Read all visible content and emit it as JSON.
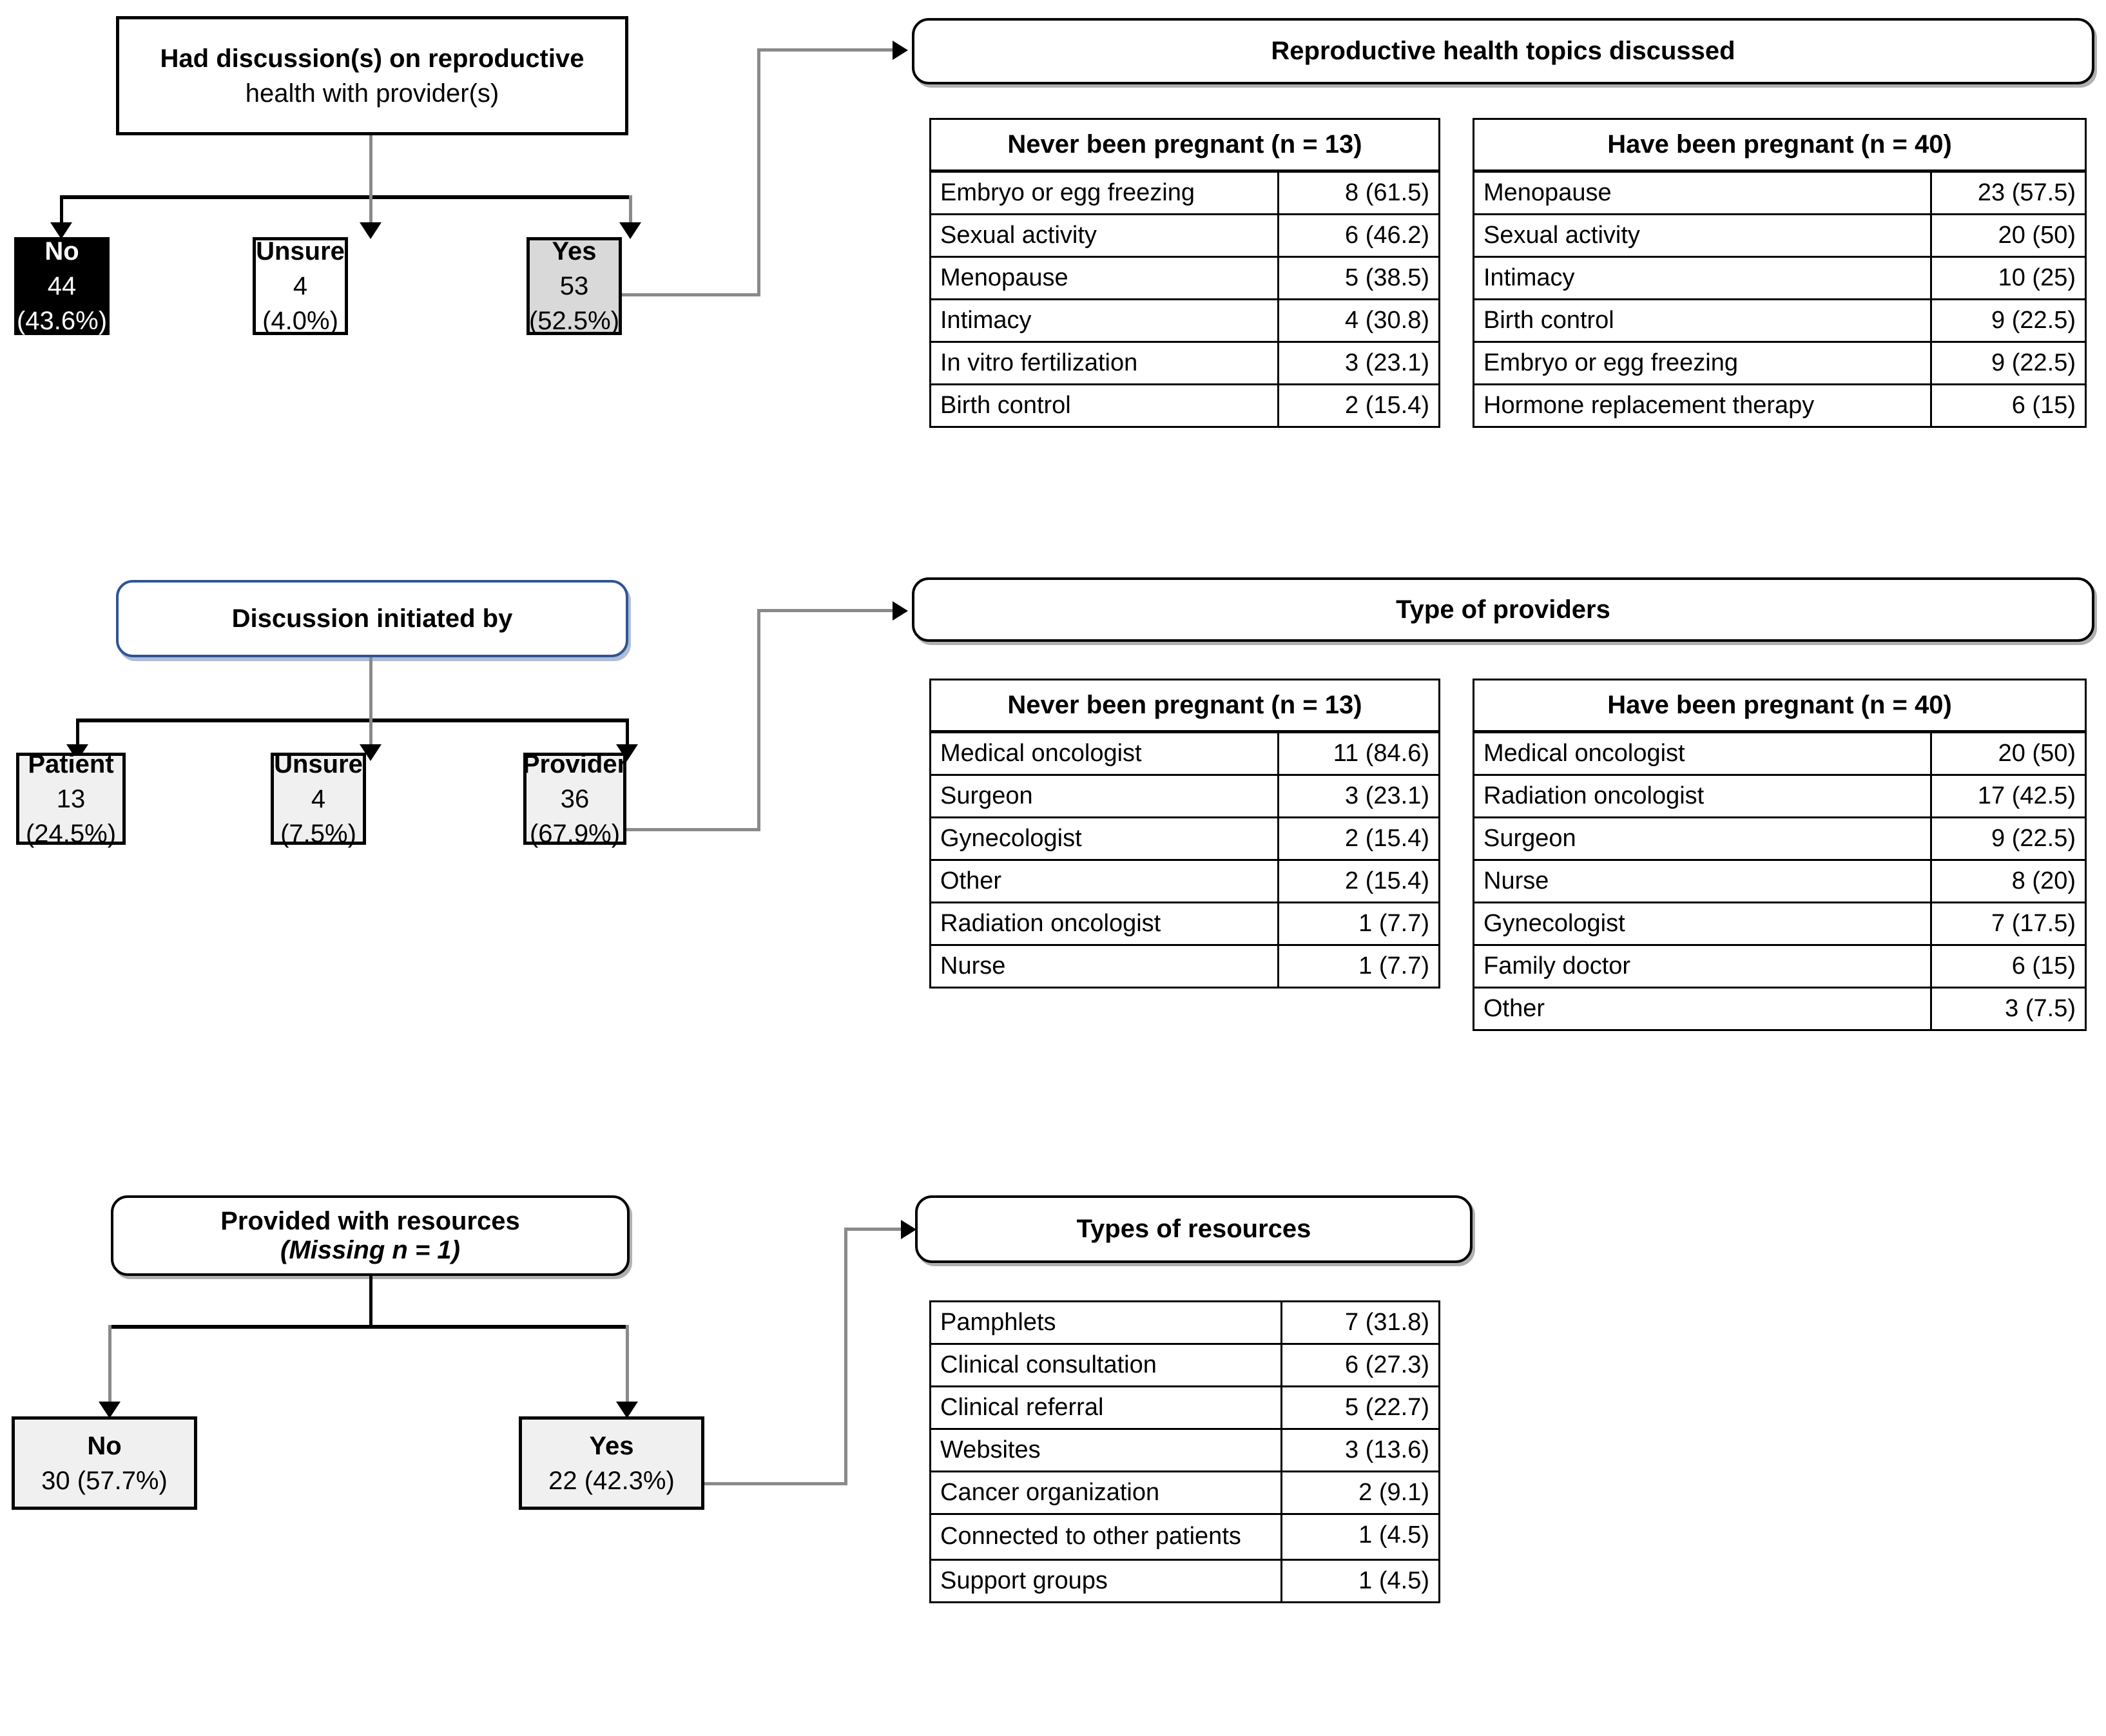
{
  "sections": [
    {
      "id": "reproductive-health-discussion",
      "root": {
        "line1": "Had discussion(s) on reproductive",
        "line2": "health with provider(s)"
      },
      "children": [
        {
          "label": "No",
          "value": "44 (43.6%)",
          "fill": "#000000"
        },
        {
          "label": "Unsure",
          "value": "4 (4.0%)",
          "fill": "#ffffff"
        },
        {
          "label": "Yes",
          "value": "53 (52.5%)",
          "fill": "#d9d9d9"
        }
      ],
      "banner": "Reproductive health topics discussed",
      "tables": [
        {
          "header": "Never been pregnant (n = 13)",
          "rows": [
            {
              "label": "Embryo or egg freezing",
              "value": "8 (61.5)"
            },
            {
              "label": "Sexual activity",
              "value": "6 (46.2)"
            },
            {
              "label": "Menopause",
              "value": "5 (38.5)"
            },
            {
              "label": "Intimacy",
              "value": "4 (30.8)"
            },
            {
              "label": "In vitro fertilization",
              "value": "3 (23.1)"
            },
            {
              "label": "Birth control",
              "value": "2 (15.4)"
            }
          ]
        },
        {
          "header": "Have been pregnant (n = 40)",
          "rows": [
            {
              "label": "Menopause",
              "value": "23 (57.5)"
            },
            {
              "label": "Sexual activity",
              "value": "20 (50)"
            },
            {
              "label": "Intimacy",
              "value": "10 (25)"
            },
            {
              "label": "Birth control",
              "value": "9 (22.5)"
            },
            {
              "label": "Embryo or egg freezing",
              "value": "9 (22.5)"
            },
            {
              "label": "Hormone replacement therapy",
              "value": "6 (15)"
            }
          ]
        }
      ]
    },
    {
      "id": "discussion-initiated-by",
      "root": {
        "line1": "Discussion initiated by",
        "line2": ""
      },
      "children": [
        {
          "label": "Patient",
          "value": "13 (24.5%)",
          "fill": "#f0f0f0"
        },
        {
          "label": "Unsure",
          "value": "4 (7.5%)",
          "fill": "#f0f0f0"
        },
        {
          "label": "Provider",
          "value": "36 (67.9%)",
          "fill": "#f0f0f0"
        }
      ],
      "banner": "Type of providers",
      "tables": [
        {
          "header": "Never been pregnant (n = 13)",
          "rows": [
            {
              "label": "Medical oncologist",
              "value": "11 (84.6)"
            },
            {
              "label": "Surgeon",
              "value": "3 (23.1)"
            },
            {
              "label": "Gynecologist",
              "value": "2 (15.4)"
            },
            {
              "label": "Other",
              "value": "2 (15.4)"
            },
            {
              "label": "Radiation oncologist",
              "value": "1 (7.7)"
            },
            {
              "label": "Nurse",
              "value": "1 (7.7)"
            }
          ]
        },
        {
          "header": "Have been pregnant (n = 40)",
          "rows": [
            {
              "label": "Medical oncologist",
              "value": "20 (50)"
            },
            {
              "label": "Radiation oncologist",
              "value": "17 (42.5)"
            },
            {
              "label": "Surgeon",
              "value": "9 (22.5)"
            },
            {
              "label": "Nurse",
              "value": "8 (20)"
            },
            {
              "label": "Gynecologist",
              "value": "7 (17.5)"
            },
            {
              "label": "Family doctor",
              "value": "6 (15)"
            },
            {
              "label": "Other",
              "value": "3 (7.5)"
            }
          ]
        }
      ]
    },
    {
      "id": "provided-with-resources",
      "root": {
        "line1": "Provided with resources",
        "line2": "(Missing n = 1)"
      },
      "children": [
        {
          "label": "No",
          "value": "30 (57.7%)",
          "fill": "#f0f0f0"
        },
        {
          "label": "Yes",
          "value": "22 (42.3%)",
          "fill": "#f0f0f0"
        }
      ],
      "banner": "Types of resources",
      "tables": [
        {
          "header": "",
          "rows": [
            {
              "label": "Pamphlets",
              "value": "7 (31.8)"
            },
            {
              "label": "Clinical consultation",
              "value": "6 (27.3)"
            },
            {
              "label": "Clinical referral",
              "value": "5 (22.7)"
            },
            {
              "label": "Websites",
              "value": "3 (13.6)"
            },
            {
              "label": "Cancer organization",
              "value": "2 (9.1)"
            },
            {
              "label": "Connected to other patients",
              "value": "1 (4.5)"
            },
            {
              "label": "Support groups",
              "value": "1 (4.5)"
            }
          ]
        }
      ]
    }
  ],
  "colors": {
    "line": "#000000",
    "connector_gray": "#8a8a8a",
    "node_highlight": "#d9d9d9",
    "node_light": "#f0f0f0",
    "node_dark": "#000000",
    "banner_blue_border": "#2f5496"
  }
}
